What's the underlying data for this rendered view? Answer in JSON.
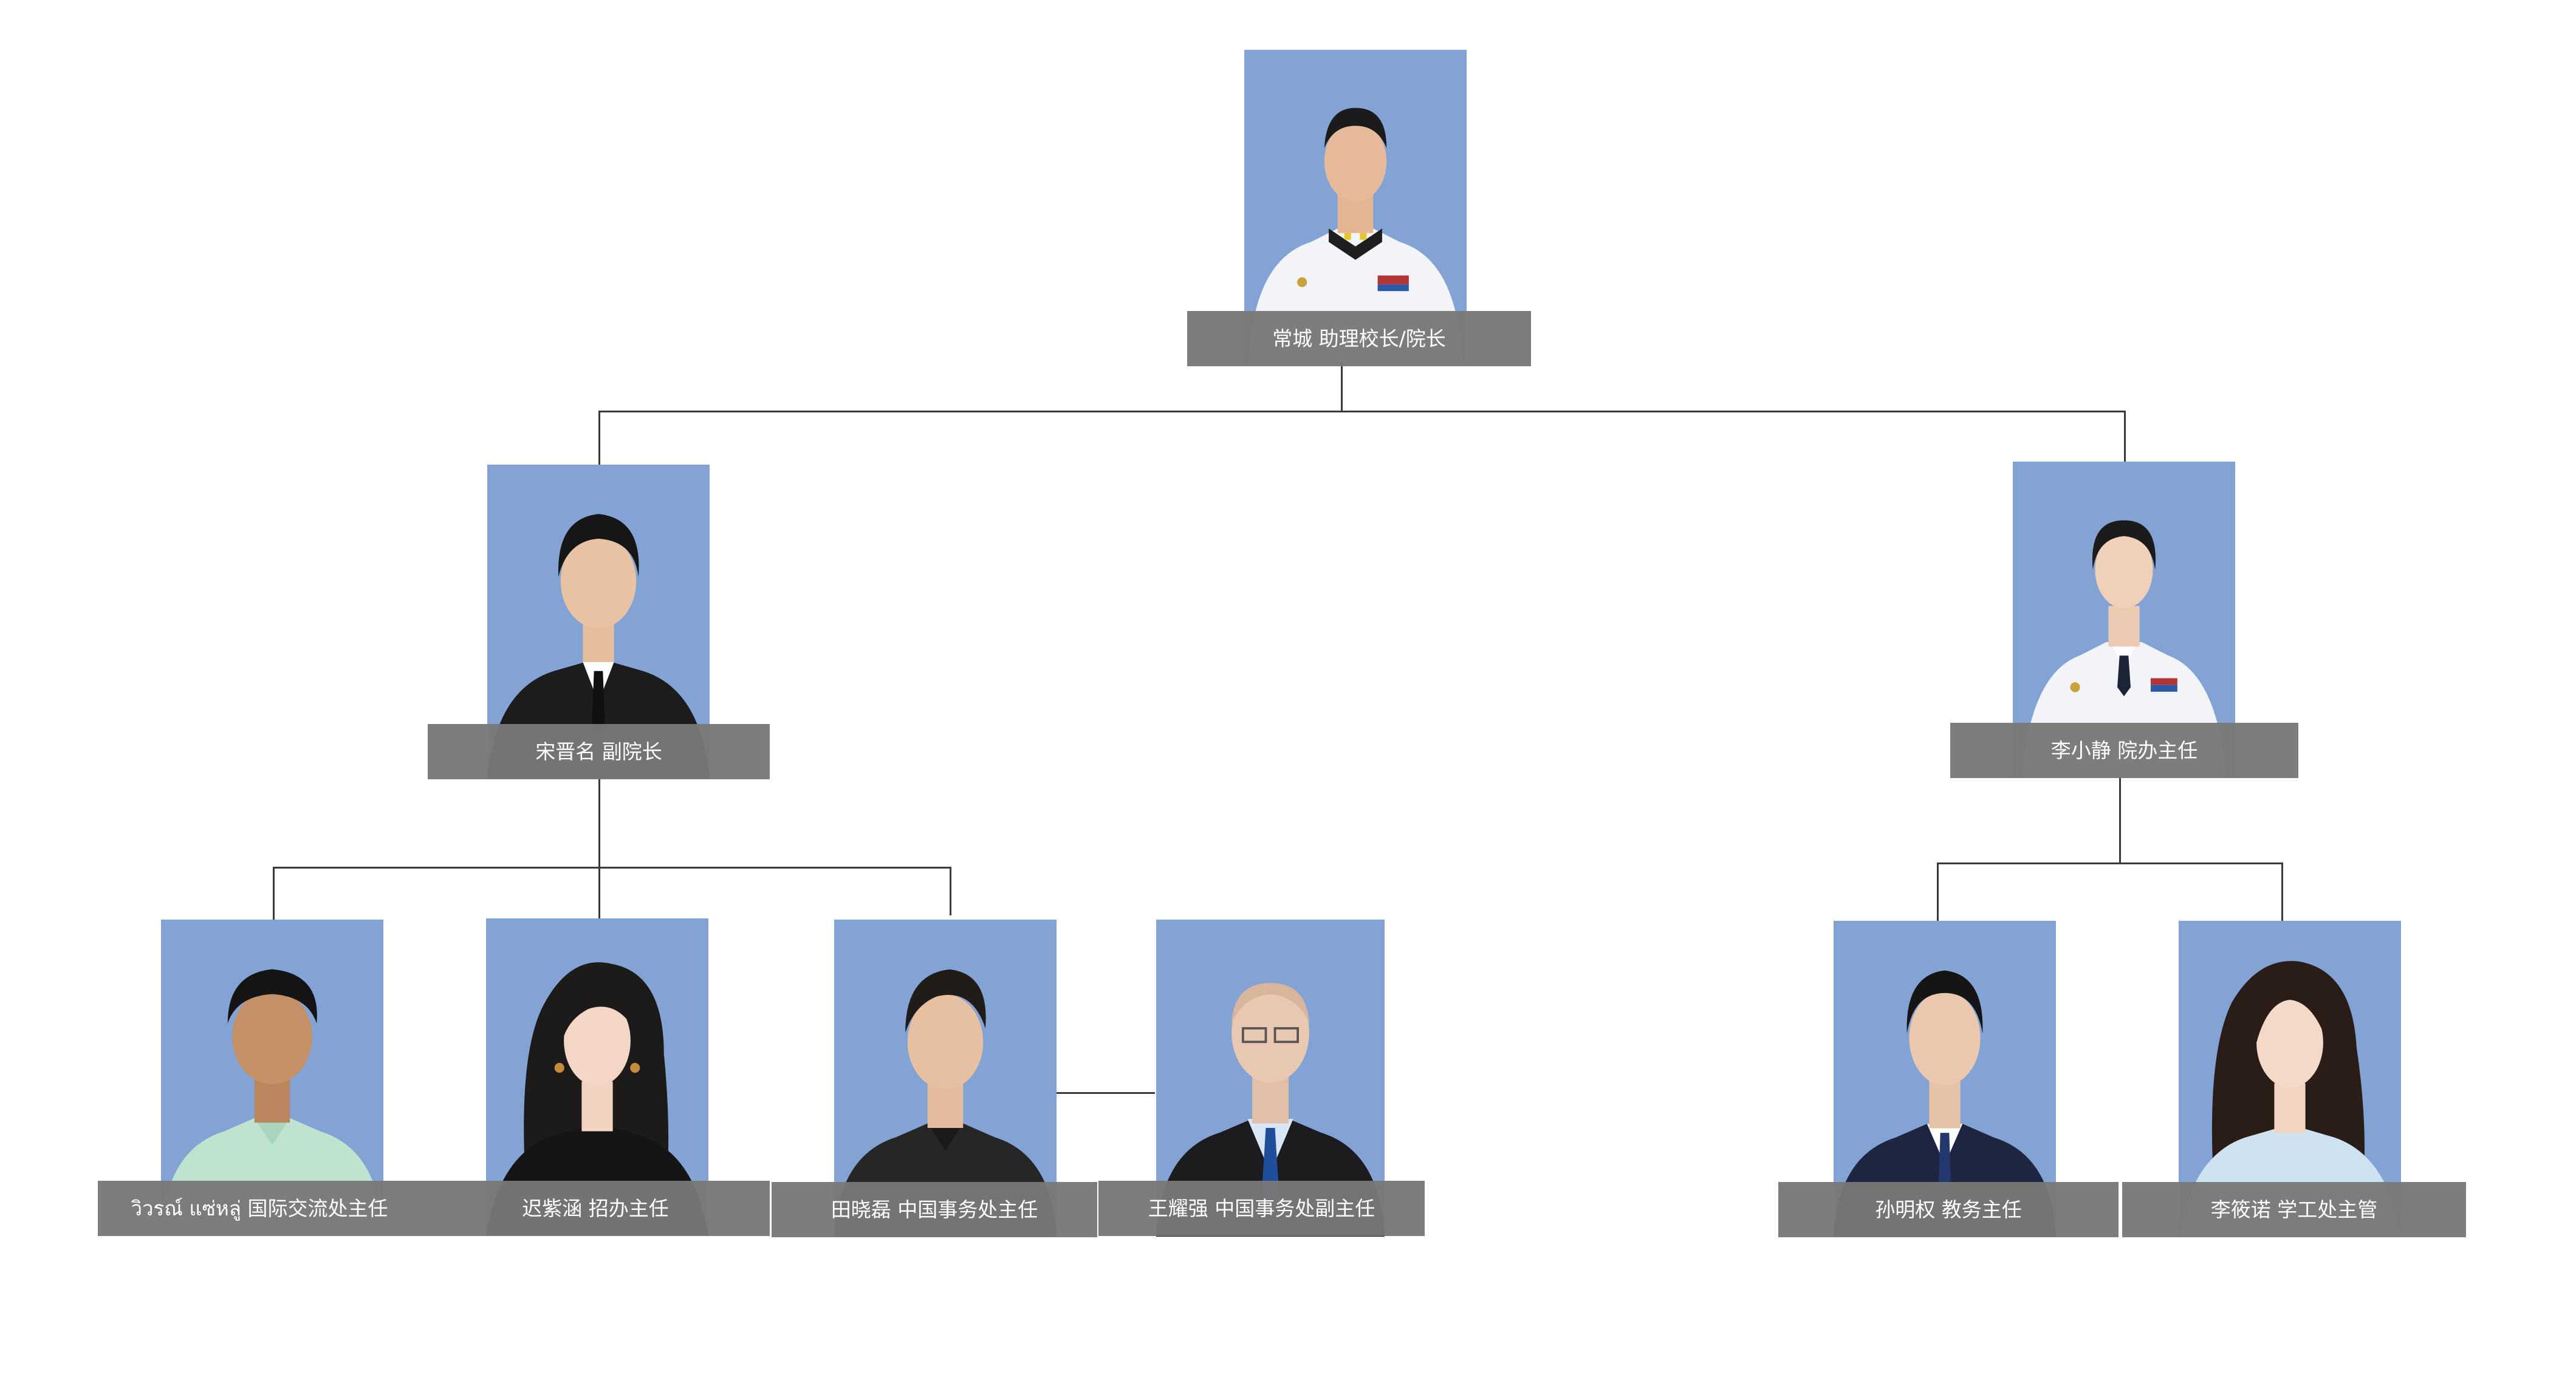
{
  "colors": {
    "photo_background": "#82a3d3",
    "label_background": "#787878",
    "label_text": "#ffffff",
    "connector": "#3a3a3a"
  },
  "nodes": {
    "root": {
      "label": "常城 助理校长/院长",
      "attire": "white-uniform"
    },
    "deputy": {
      "label": "宋晋名 副院长",
      "attire": "black-suit"
    },
    "office": {
      "label": "李小静 院办主任",
      "attire": "white-uniform"
    },
    "intl": {
      "label": "วิวรณ์ แซ่หลู่ 国际交流处主任",
      "attire": "mint-shirt"
    },
    "enroll": {
      "label": "迟紫涵 招办主任",
      "attire": "black-top"
    },
    "china_affairs": {
      "label": "田晓磊 中国事务处主任",
      "attire": "black-shirt"
    },
    "china_affairs_deputy": {
      "label": "王耀强 中国事务处副主任",
      "attire": "suit-blue-tie"
    },
    "academic": {
      "label": "孙明权 教务主任",
      "attire": "navy-suit"
    },
    "student_affairs": {
      "label": "李筱诺 学工处主管",
      "attire": "light-blouse"
    }
  }
}
